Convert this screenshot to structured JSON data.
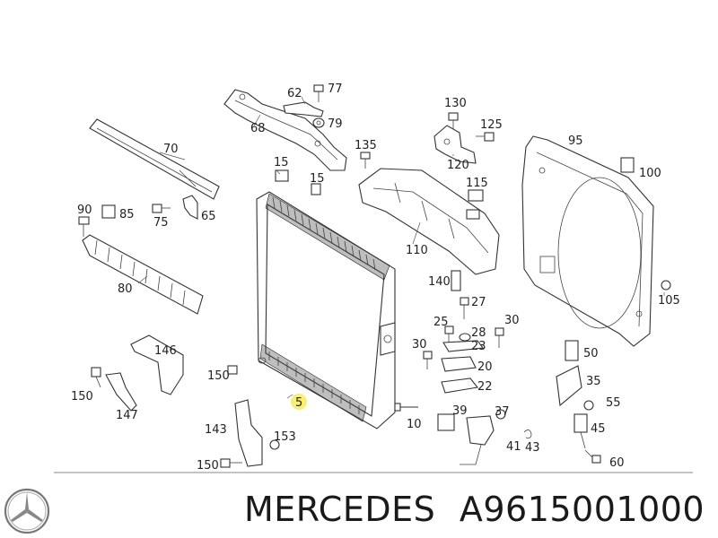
{
  "diagram": {
    "callouts": [
      "62",
      "77",
      "79",
      "68",
      "70",
      "130",
      "125",
      "135",
      "120",
      "95",
      "100",
      "15",
      "15",
      "115",
      "90",
      "85",
      "75",
      "65",
      "110",
      "80",
      "140",
      "27",
      "25",
      "28",
      "30",
      "105",
      "146",
      "30",
      "23",
      "50",
      "150",
      "20",
      "150",
      "22",
      "35",
      "55",
      "147",
      "5",
      "10",
      "39",
      "37",
      "45",
      "143",
      "153",
      "41",
      "43",
      "150",
      "60"
    ],
    "highlight_callout": "5",
    "colors": {
      "line": "#333333",
      "highlight": "#f6ef74",
      "text": "#222222"
    }
  },
  "caption": {
    "brand": "MERCEDES",
    "part_number": "A9615001000"
  },
  "logo": {
    "name": "mercedes-star-logo"
  }
}
